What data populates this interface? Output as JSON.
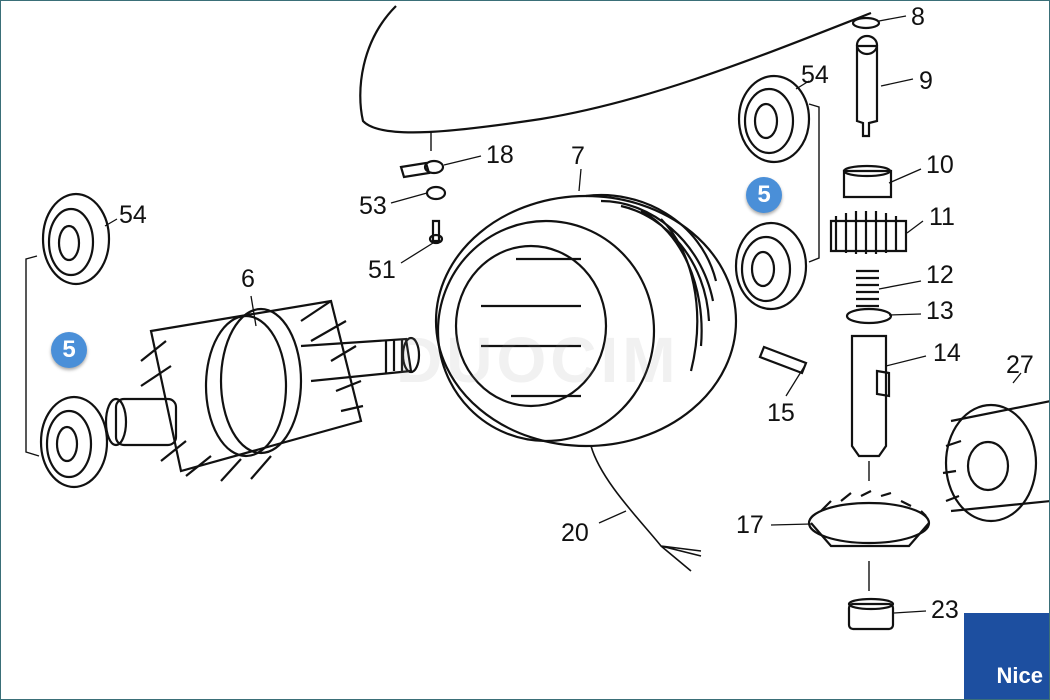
{
  "diagram": {
    "callouts": {
      "c8": "8",
      "c9": "9",
      "c54a": "54",
      "c10": "10",
      "c11": "11",
      "c7": "7",
      "c18": "18",
      "c53": "53",
      "c51": "51",
      "c54b": "54",
      "c6": "6",
      "c12": "12",
      "c13": "13",
      "c14": "14",
      "c27": "27",
      "c15": "15",
      "c17": "17",
      "c20": "20",
      "c23": "23"
    },
    "highlight_badges": {
      "left": "5",
      "right": "5"
    },
    "badge_color": "#4a8fd8",
    "watermark_text": "DUOCIM",
    "brand_logo_text": "Nice",
    "brand_color": "#1d4fa0"
  }
}
